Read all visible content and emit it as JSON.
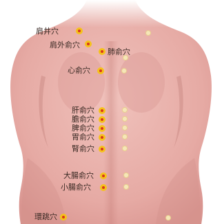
{
  "image": {
    "kind": "acupoint chart of the back",
    "skin_color": "#e9b3ad",
    "background": "#ffffff"
  },
  "points": {
    "jianjing": "肩井穴",
    "jianwaishu": "肩外俞穴",
    "feishu": "肺俞穴",
    "xinshu": "心俞穴",
    "ganshu": "肝俞穴",
    "danshu": "膽俞穴",
    "pishu": "脾俞穴",
    "weishu": "胃俞穴",
    "shenshu": "腎俞穴",
    "dachangshu": "大腸俞穴",
    "xiaochangshu": "小腸俞穴",
    "huantiao": "環跳穴"
  },
  "colors": {
    "active_point": "#f5c21b",
    "active_point_center": "#d9361b",
    "mirror_point": "#f6e6b8",
    "label_text": "#3a2a24"
  }
}
